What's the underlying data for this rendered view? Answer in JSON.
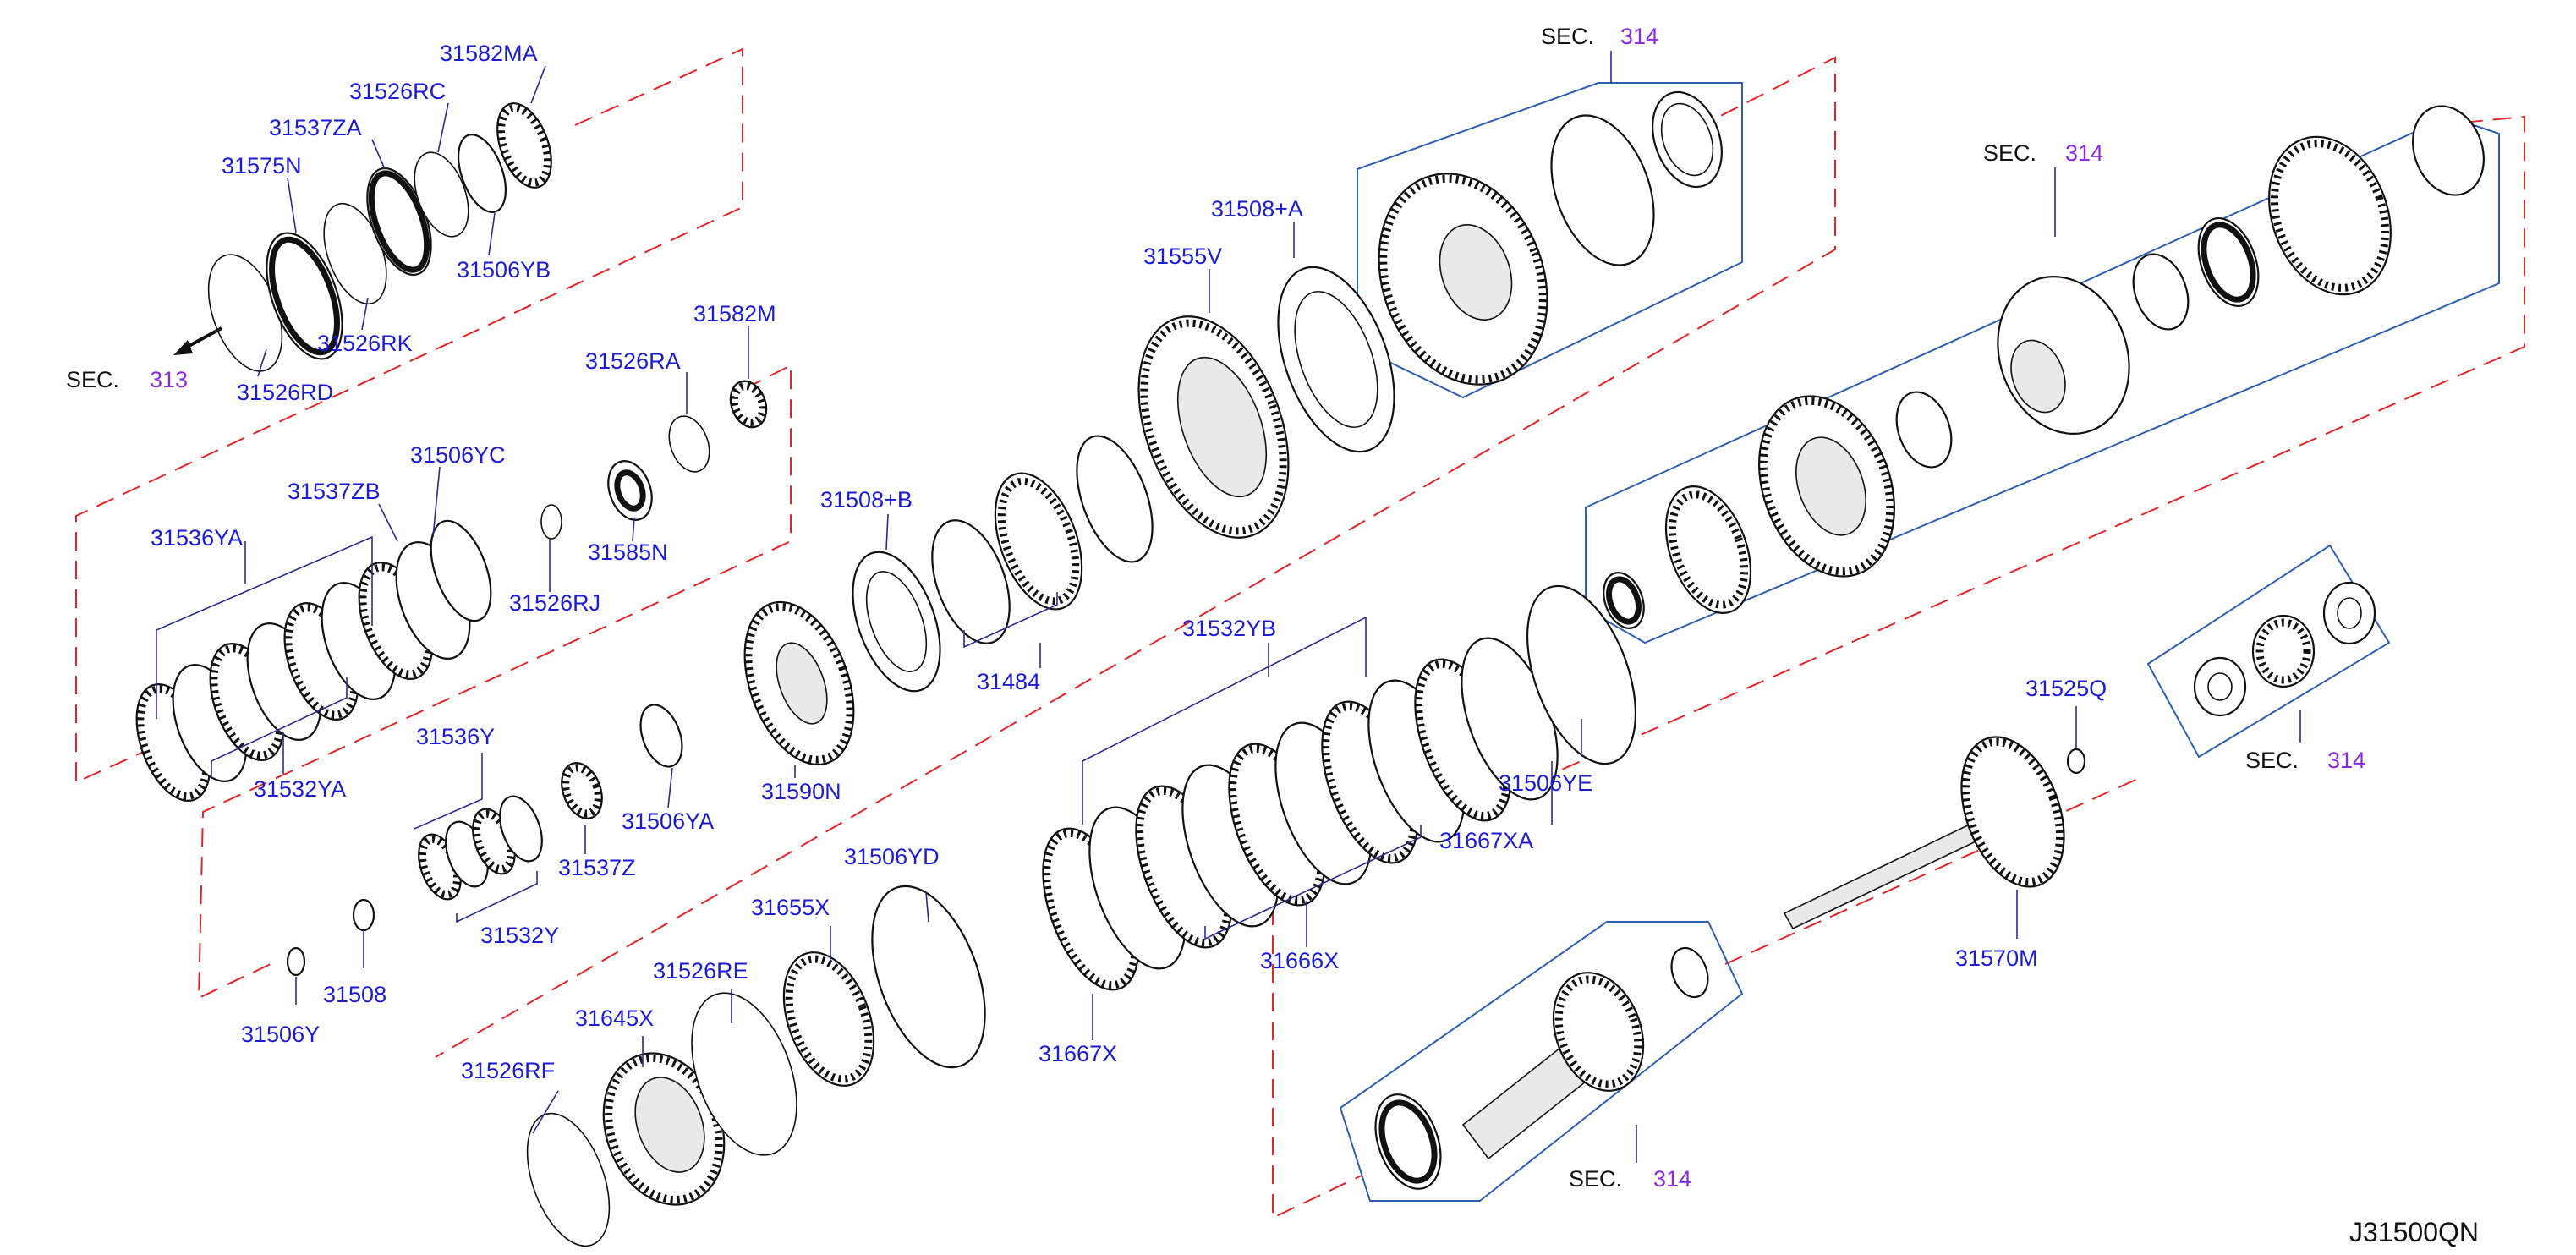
{
  "diagram_code": "J31500QN",
  "sections": [
    {
      "prefix": "SEC.",
      "number": "313"
    },
    {
      "prefix": "SEC.",
      "number": "314"
    },
    {
      "prefix": "SEC.",
      "number": "314"
    },
    {
      "prefix": "SEC.",
      "number": "314"
    },
    {
      "prefix": "SEC.",
      "number": "314"
    }
  ],
  "part_labels": [
    "31582MA",
    "31526RC",
    "31537ZA",
    "31575N",
    "31506YB",
    "31526RK",
    "31526RD",
    "31582M",
    "31526RA",
    "31506YC",
    "31537ZB",
    "31536YA",
    "31585N",
    "31526RJ",
    "31532YA",
    "31536Y",
    "31506YA",
    "31537Z",
    "31532Y",
    "31508",
    "31506Y",
    "31508+B",
    "31590N",
    "31484",
    "31508+A",
    "31555V",
    "31532YB",
    "31506YE",
    "31667XA",
    "31666X",
    "31667X",
    "31506YD",
    "31655X",
    "31526RE",
    "31645X",
    "31526RF",
    "31525Q",
    "31570M"
  ],
  "colors": {
    "label": "#1c1cd6",
    "section_number": "#8a2be2",
    "section_frame": "#2f5fae",
    "assembly_outline": "#e0262b",
    "drawing": "#111111"
  }
}
